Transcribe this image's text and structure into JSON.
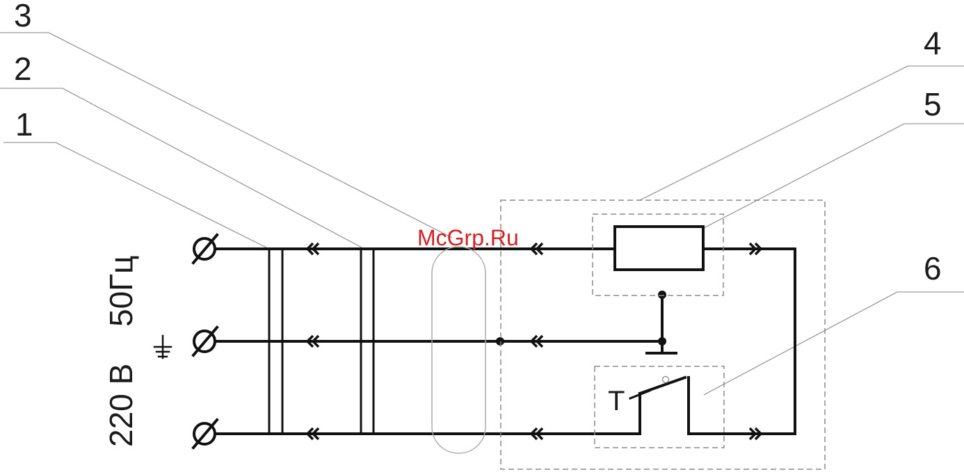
{
  "callouts": {
    "n1": "1",
    "n2": "2",
    "n3": "3",
    "n4": "4",
    "n5": "5",
    "n6": "6"
  },
  "supply": {
    "voltage": "220 В",
    "frequency": "50Гц",
    "ac_dc_symbol": "⏚"
  },
  "thermostat": {
    "label": "T"
  },
  "watermark": "McGrp.Ru",
  "colors": {
    "wire": "#111111",
    "leader": "#9a9a9a",
    "watermark": "#d42020"
  }
}
